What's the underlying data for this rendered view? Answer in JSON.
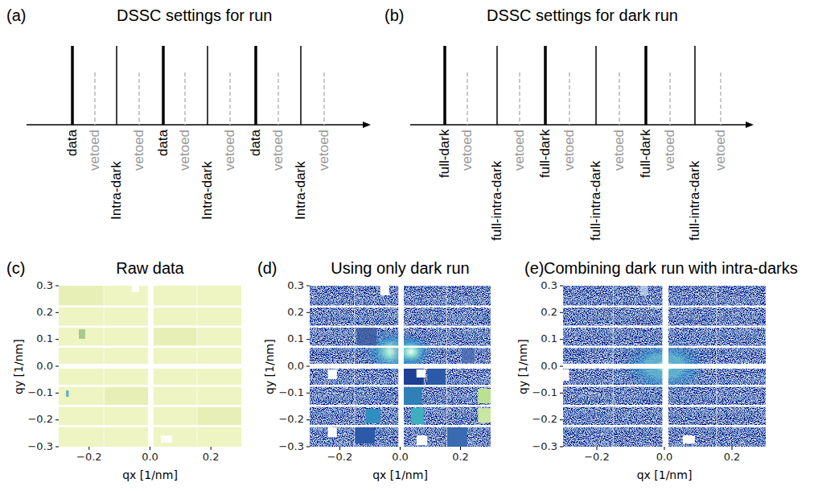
{
  "diagram": {
    "labels": [
      "(a)",
      "DSSC settings for run",
      "data",
      "vetoed",
      "Intra-dark",
      "vetoed",
      "data",
      "vetoed",
      "Intra-dark",
      "vetoed",
      "data",
      "vetoed",
      "Intra-dark",
      "vetoed",
      "(b)",
      "DSSC settings for dark run",
      "full-dark",
      "vetoed",
      "full-intra-dark",
      "vetoed",
      "full-dark",
      "vetoed",
      "full-intra-dark",
      "vetoed",
      "full-dark",
      "vetoed",
      "full-intra-dark",
      "vetoed",
      "(c)",
      "Raw data",
      "0.3",
      "0.2",
      "0.1",
      "0.0",
      "−0.1",
      "−0.2",
      "−0.3",
      "−0.2",
      "0.0",
      "0.2",
      "qx [1/nm]",
      "qy [1/nm]",
      "(d)",
      "Using only dark run",
      "0.3",
      "0.2",
      "0.1",
      "0.0",
      "−0.1",
      "−0.2",
      "−0.3",
      "−0.2",
      "0.0",
      "0.2",
      "qx [1/nm]",
      "qy [1/nm]",
      "(e)",
      "Combining dark run with intra-darks",
      "0.3",
      "0.2",
      "0.1",
      "0.0",
      "−0.1",
      "−0.2",
      "−0.3",
      "−0.2",
      "0.0",
      "0.2",
      "qx [1/nm]",
      "qy [1/nm]"
    ]
  }
}
